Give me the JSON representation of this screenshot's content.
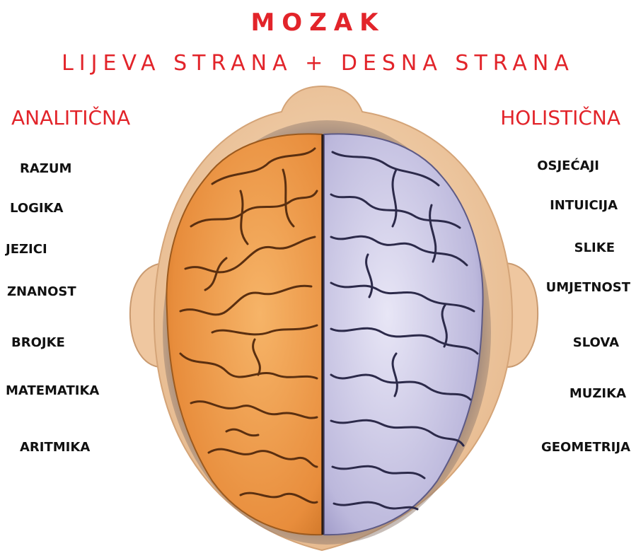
{
  "title": "MOZAK",
  "subtitle": "LIJEVA STRANA + DESNA STRANA",
  "left": {
    "heading": "ANALITIČNA",
    "color": "#f0a04b",
    "items": [
      "RAZUM",
      "LOGIKA",
      "JEZICI",
      "ZNANOST",
      "BROJKE",
      "MATEMATIKA",
      "ARITMIKA"
    ]
  },
  "right": {
    "heading": "HOLISTIČNA",
    "color": "#c7c6e6",
    "items": [
      "OSJEĆAJI",
      "INTUICIJA",
      "SLIKE",
      "UMJETNOST",
      "SLOVA",
      "MUZIKA",
      "GEOMETRIJA"
    ]
  },
  "colors": {
    "text_accent": "#e2242a",
    "head_skin": "#f3d2ad"
  }
}
